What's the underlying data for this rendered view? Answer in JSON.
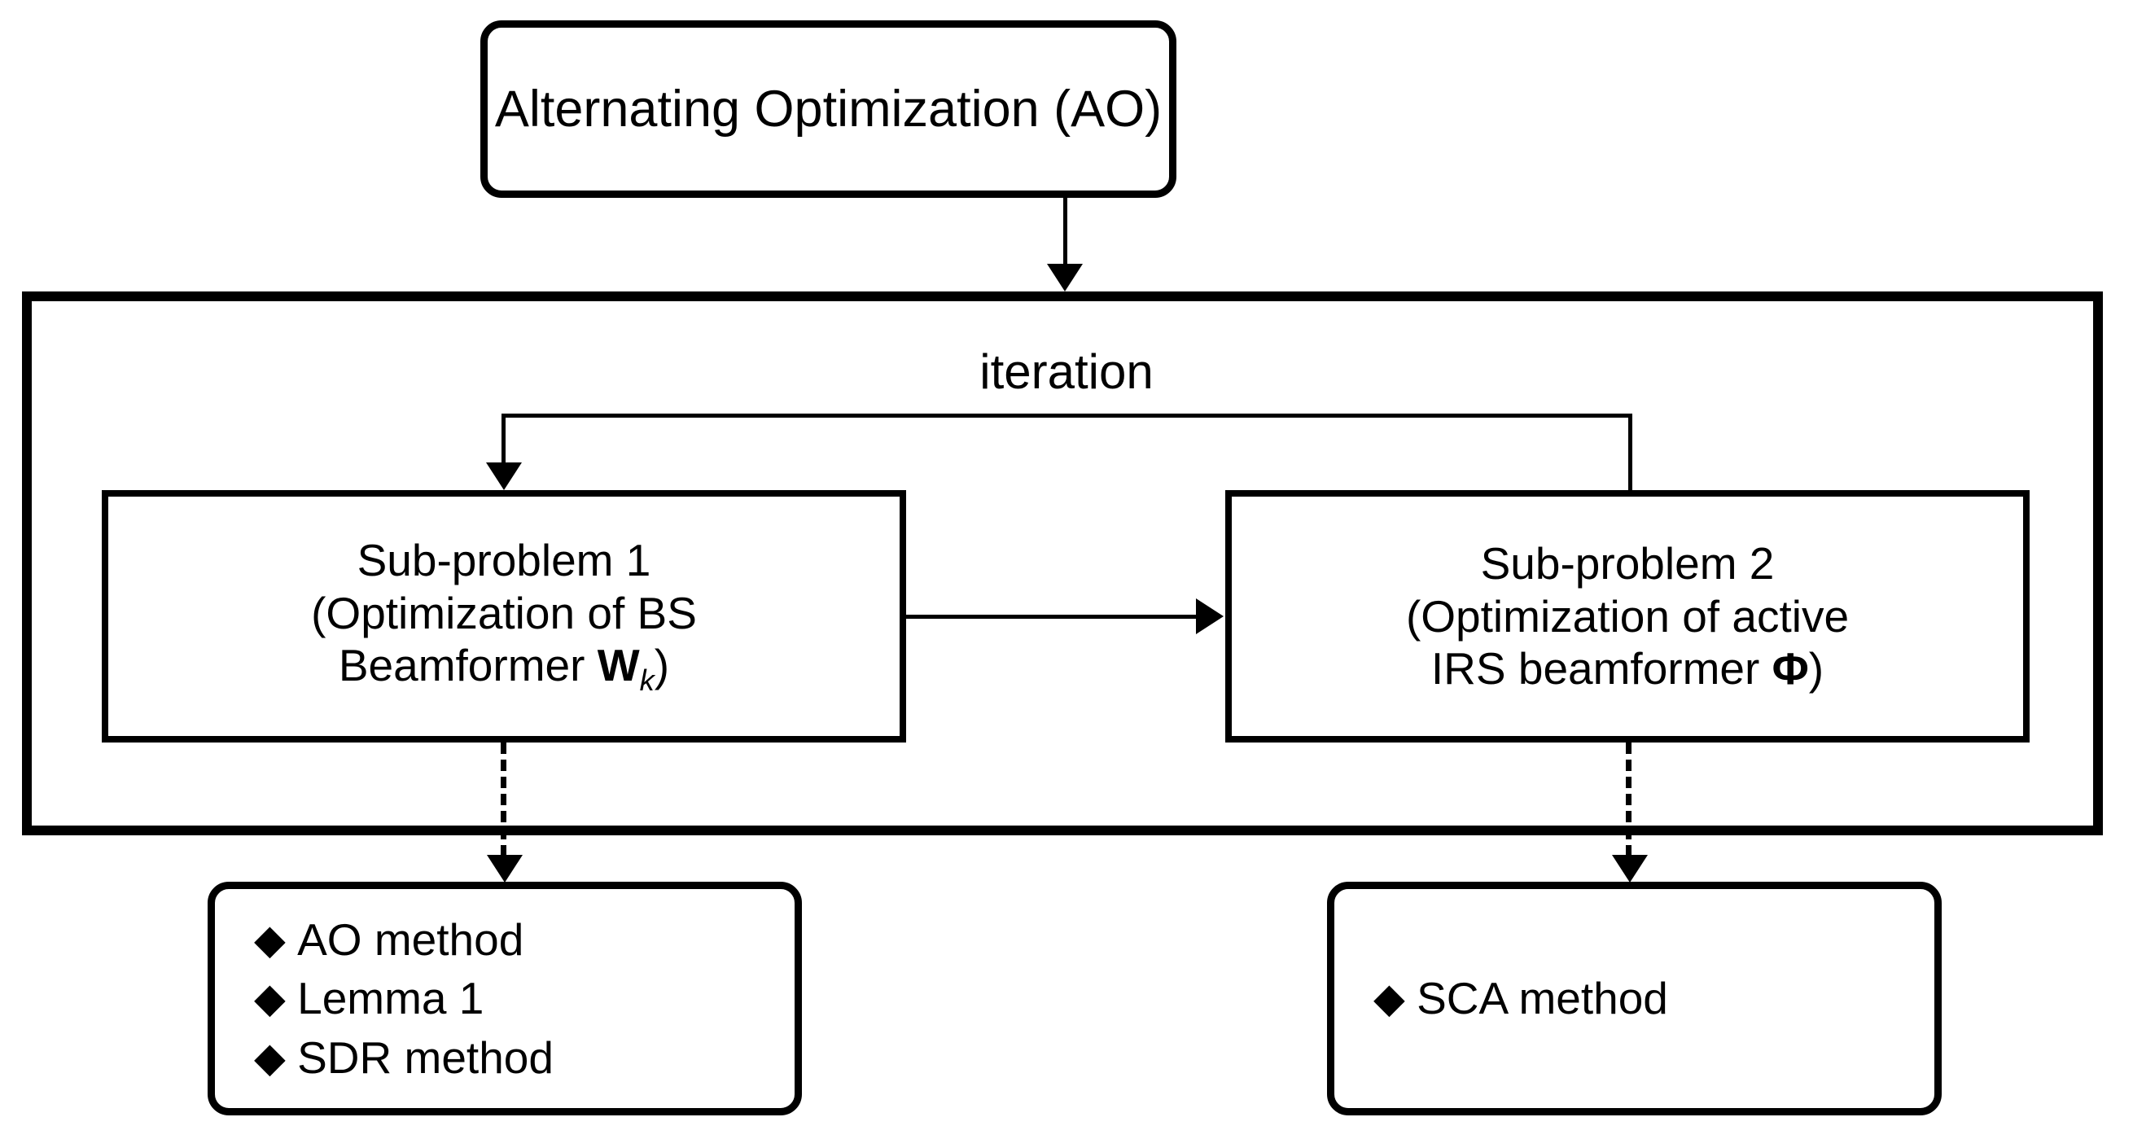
{
  "diagram": {
    "title": "Alternating Optimization (AO) flowchart",
    "nodes": {
      "ao": {
        "label": "Alternating Optimization (AO)"
      },
      "iteration": {
        "label": "iteration"
      },
      "sub_problem_1": {
        "line1": "Sub-problem 1",
        "line2": "(Optimization of BS",
        "line3_prefix": "Beamformer ",
        "line3_symbol": "W",
        "line3_subscript": "k",
        "line3_suffix": ")"
      },
      "sub_problem_2": {
        "line1": "Sub-problem 2",
        "line2": "(Optimization of active",
        "line3_prefix": "IRS beamformer ",
        "line3_symbol": "Φ",
        "line3_suffix": ")"
      },
      "methods_left": {
        "bullet": "◆",
        "items": [
          "AO method",
          "Lemma 1",
          "SDR method"
        ]
      },
      "methods_right": {
        "bullet": "◆",
        "items": [
          "SCA method"
        ]
      }
    },
    "edges": [
      {
        "name": "ao-to-iteration-container",
        "style": "solid-arrow",
        "from": "ao",
        "to": "iteration-container"
      },
      {
        "name": "iteration-feedback-loop",
        "style": "solid-arrow",
        "from": "sub_problem_2",
        "to": "sub_problem_1"
      },
      {
        "name": "sub1-to-sub2",
        "style": "solid-arrow",
        "from": "sub_problem_1",
        "to": "sub_problem_2"
      },
      {
        "name": "sub1-to-methods-left",
        "style": "dashed-arrow",
        "from": "sub_problem_1",
        "to": "methods_left"
      },
      {
        "name": "sub2-to-methods-right",
        "style": "dashed-arrow",
        "from": "sub_problem_2",
        "to": "methods_right"
      }
    ],
    "colors": {
      "stroke": "#000000",
      "background": "#ffffff",
      "text": "#000000"
    }
  }
}
